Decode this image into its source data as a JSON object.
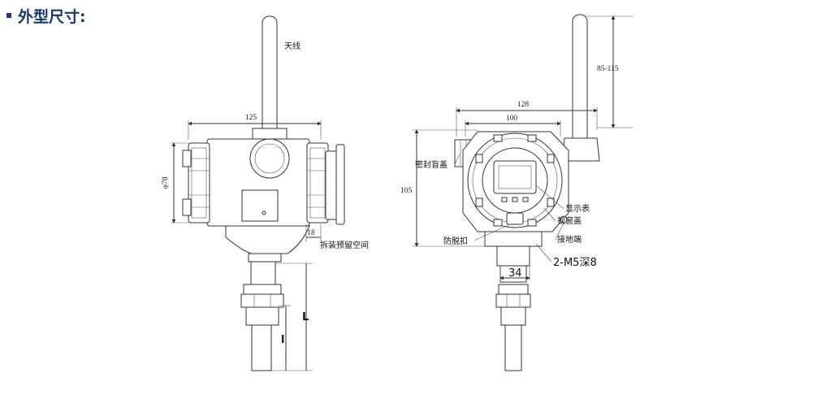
{
  "header": {
    "title": "外型尺寸:"
  },
  "left_view": {
    "antenna_label": "天线",
    "dim_width": "125",
    "dim_diameter": "φ78",
    "dim_clearance": "18",
    "clearance_label": "拆装预留空间",
    "dim_L": "L",
    "dim_l": "l"
  },
  "right_view": {
    "dim_antenna_height": "85-115",
    "dim_width_outer": "128",
    "dim_width_inner": "100",
    "dim_height": "105",
    "label_seal_cap": "密封盲盖",
    "label_display": "显示表",
    "label_window_cover": "视窗盖",
    "label_ground": "接地端",
    "label_anti_loose": "防脱扣",
    "label_mount": "2-M5深8",
    "dim_base": "34"
  }
}
